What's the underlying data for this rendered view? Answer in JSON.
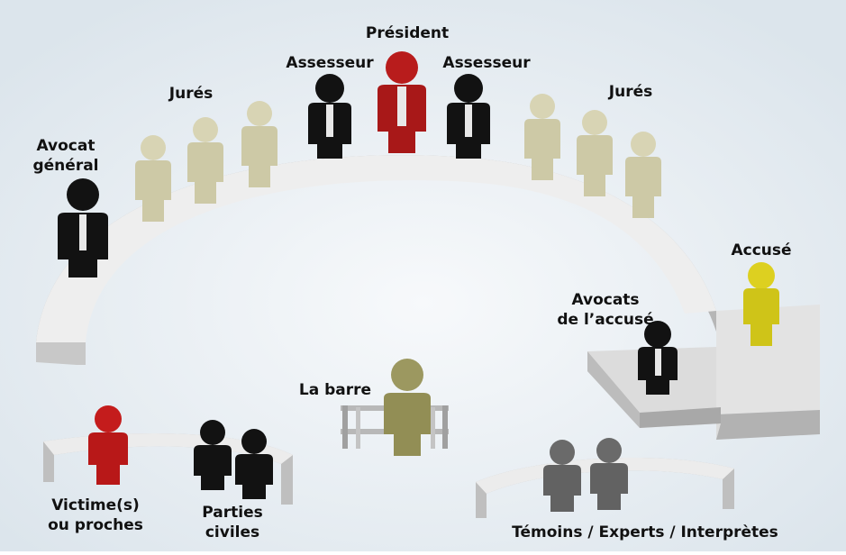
{
  "labels": {
    "president": "Président",
    "assesseur_left": "Assesseur",
    "assesseur_right": "Assesseur",
    "jures_left": "Jurés",
    "jures_right": "Jurés",
    "avocat_general_1": "Avocat",
    "avocat_general_2": "général",
    "accuse": "Accusé",
    "avocats_accuse_1": "Avocats",
    "avocats_accuse_2": "de l’accusé",
    "la_barre": "La barre",
    "victimes_1": "Victime(s)",
    "victimes_2": "ou proches",
    "parties_civiles_1": "Parties",
    "parties_civiles_2": "civiles",
    "temoins": "Témoins / Experts / Interprètes"
  },
  "colors": {
    "background": "#e4ecf2",
    "furniture_top": "#ececec",
    "furniture_side": "#b4b4b4",
    "juror": "#d8d4b4",
    "judge_red": "#b81c1c",
    "black_robe": "#121212",
    "accused": "#ddd020",
    "witness_gray": "#6a6a6a",
    "barre_figure": "#9c9860",
    "tie_white": "#e8e8e8"
  }
}
